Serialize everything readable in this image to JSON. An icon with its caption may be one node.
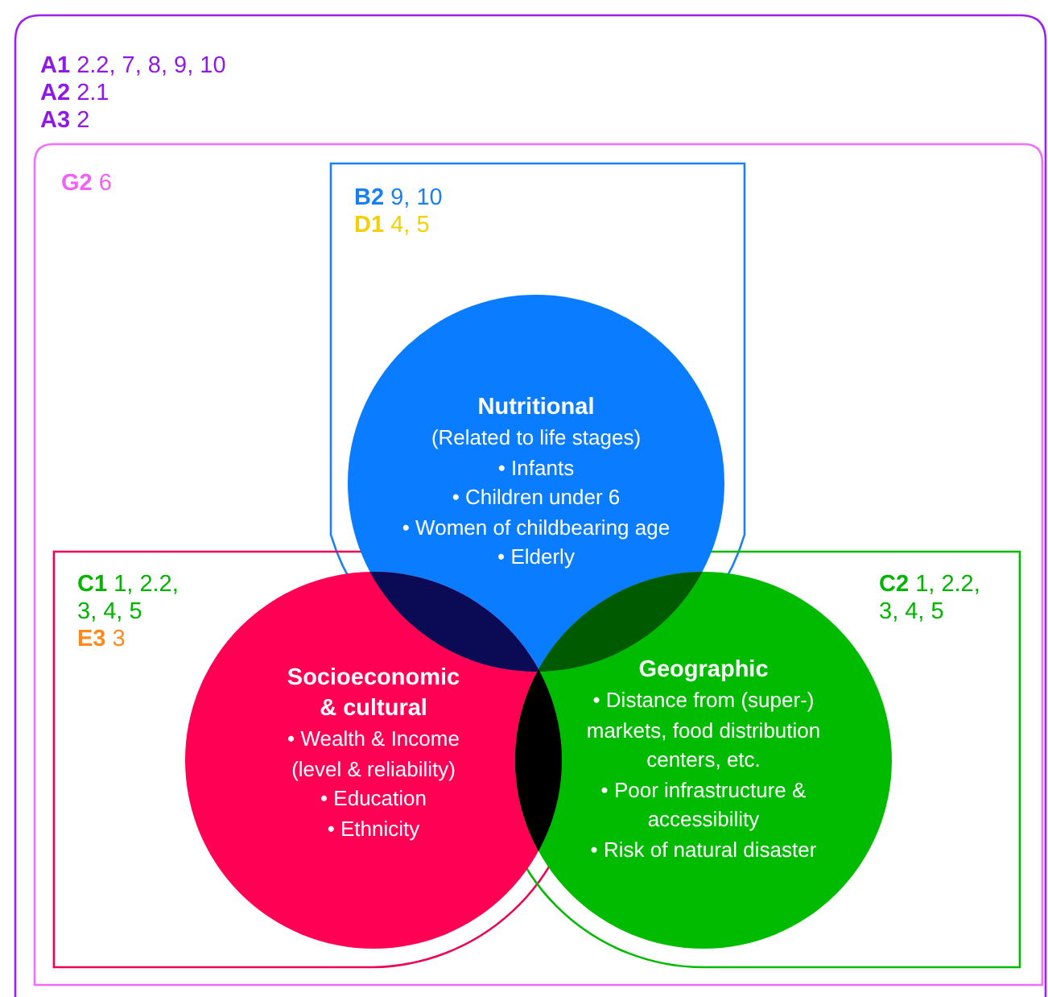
{
  "diagram": {
    "nodes": [
      {
        "text": [
          "**A1** 2.2, 7, 8, 9, 10",
          "**A2** 2.1",
          "**A3** 2"
        ]
      },
      {
        "text": [
          "**G2** 6"
        ],
        "in": 0
      },
      {
        "text": [
          "**B2** 9, 10",
          "**D1** 4, 5"
        ],
        "in": 1
      },
      {
        "text": [
          "**C1** 1, 2.2, 3, 4, 5",
          "**E3** 3"
        ],
        "in": 1
      },
      {
        "text": [
          "**C2** 1, 2.2, 3, 4, 5"
        ],
        "in": 1
      },
      {
        "text": [
          "Nutritional",
          "(Related to life stages)",
          "• Infants",
          "• Children under 6",
          "• Women of childbearing age",
          "• Elderly"
        ],
        "in": 2
      },
      {
        "text": [
          "Socioeconomic & cultural",
          "• Wealth & Income (level & reliability)",
          "• Education",
          "• Ethnicity"
        ],
        "in": 3
      },
      {
        "text": [
          "Geographic",
          "• Distance from (super-) markets, food distribution centers, etc.",
          "• Poor infrastructure & accessibility",
          "• Risk of natural disaster"
        ],
        "in": 4
      }
    ]
  }
}
